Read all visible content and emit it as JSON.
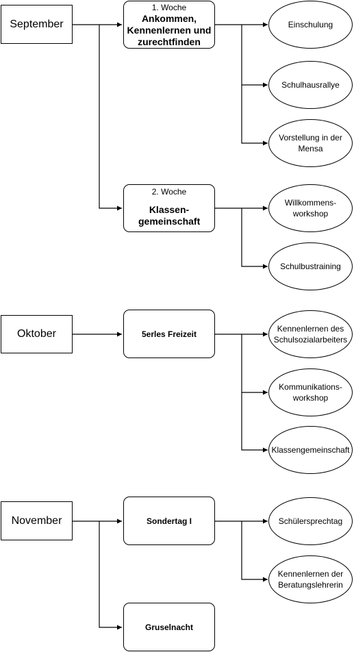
{
  "months": {
    "september": "September",
    "oktober": "Oktober",
    "november": "November"
  },
  "steps": {
    "woche1": {
      "week": "1. Woche",
      "title": "Ankommen, Kennenlernen und zurechtfinden"
    },
    "woche2": {
      "week": "2. Woche",
      "title": "Klassen-gemeinschaft"
    },
    "freizeit": {
      "title": "5erles Freizeit"
    },
    "sondertag": {
      "title": "Sondertag I"
    },
    "grusel": {
      "title": "Gruselnacht"
    }
  },
  "activities": {
    "einschulung": "Einschulung",
    "rallye": "Schulhausrallye",
    "mensa": "Vorstellung in der Mensa",
    "willkommen": "Willkommens-workshop",
    "bus": "Schulbustraining",
    "sozial": "Kennenlernen des Schulsozialarbeiters",
    "komm": "Kommunikations-workshop",
    "klasse": "Klassengemeinschaft",
    "sprech": "Schülersprechtag",
    "beratung": "Kennenlernen der Beratungslehrerin"
  }
}
